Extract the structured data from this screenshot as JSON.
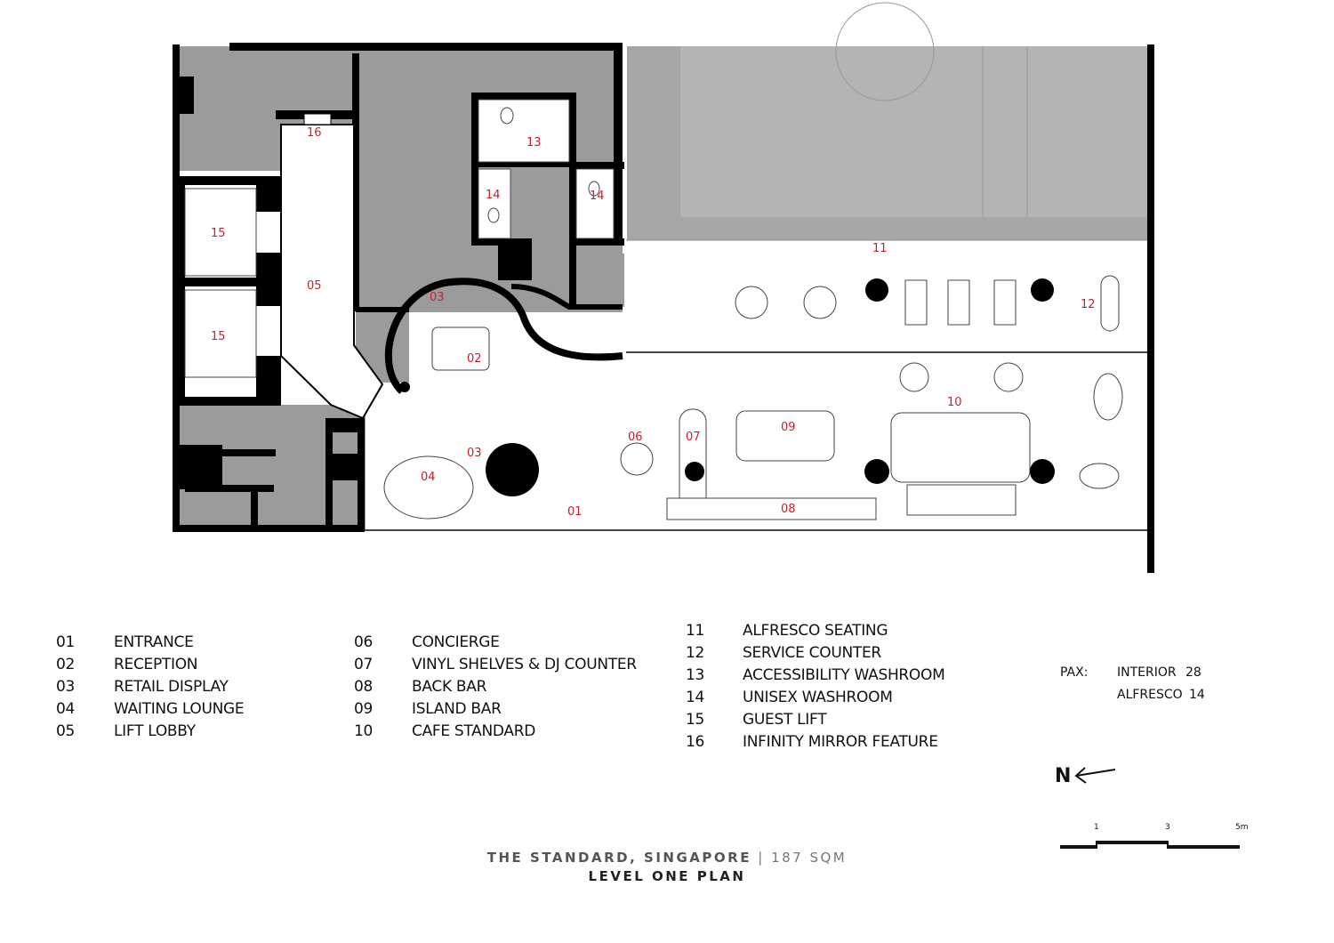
{
  "room_labels": [
    "01",
    "02",
    "03",
    "03",
    "04",
    "05",
    "06",
    "07",
    "08",
    "09",
    "10",
    "11",
    "12",
    "13",
    "14",
    "14",
    "15",
    "15",
    "16"
  ],
  "legend": [
    {
      "num": "01",
      "name": "ENTRANCE"
    },
    {
      "num": "02",
      "name": "RECEPTION"
    },
    {
      "num": "03",
      "name": "RETAIL DISPLAY"
    },
    {
      "num": "04",
      "name": "WAITING LOUNGE"
    },
    {
      "num": "05",
      "name": "LIFT LOBBY"
    },
    {
      "num": "06",
      "name": "CONCIERGE"
    },
    {
      "num": "07",
      "name": "VINYL SHELVES & DJ COUNTER"
    },
    {
      "num": "08",
      "name": "BACK BAR"
    },
    {
      "num": "09",
      "name": "ISLAND BAR"
    },
    {
      "num": "10",
      "name": "CAFE STANDARD"
    },
    {
      "num": "11",
      "name": "ALFRESCO SEATING"
    },
    {
      "num": "12",
      "name": "SERVICE COUNTER"
    },
    {
      "num": "13",
      "name": "ACCESSIBILITY WASHROOM"
    },
    {
      "num": "14",
      "name": "UNISEX WASHROOM"
    },
    {
      "num": "15",
      "name": "GUEST LIFT"
    },
    {
      "num": "16",
      "name": "INFINITY MIRROR FEATURE"
    }
  ],
  "pax": {
    "label": "PAX:",
    "interior_label": "INTERIOR",
    "interior_value": "28",
    "alfresco_label": "ALFRESCO",
    "alfresco_value": "14"
  },
  "north_label": "N",
  "scale": {
    "ticks": [
      "1",
      "3",
      "5m"
    ]
  },
  "title": {
    "project": "THE STANDARD, SINGAPORE",
    "separator": "|",
    "area": "187 SQM",
    "subtitle": "LEVEL ONE PLAN"
  },
  "colors": {
    "room_label": "#c8202b",
    "wall": "#000000",
    "service_area": "#9b9b9b"
  }
}
